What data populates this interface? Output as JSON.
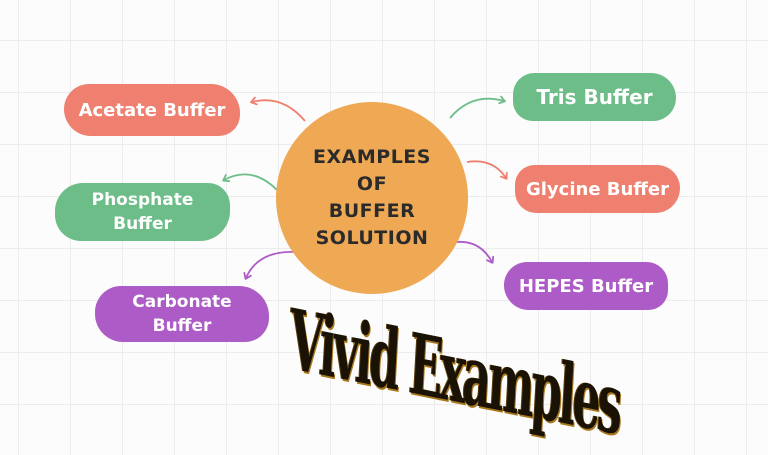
{
  "center": {
    "lines": [
      "EXAMPLES",
      "OF",
      "BUFFER",
      "SOLUTION"
    ]
  },
  "nodes": {
    "acetate": {
      "lines": [
        "Acetate Buffer"
      ]
    },
    "phosphate": {
      "lines": [
        "Phosphate",
        "Buffer"
      ]
    },
    "carbonate": {
      "lines": [
        "Carbonate",
        "Buffer"
      ]
    },
    "tris": {
      "lines": [
        "Tris Buffer"
      ]
    },
    "glycine": {
      "lines": [
        "Glycine Buffer"
      ]
    },
    "hepes": {
      "lines": [
        "HEPES Buffer"
      ]
    }
  },
  "watermark": "Vivid Examples",
  "colors": {
    "center": "#efa955",
    "coral": "#ef8070",
    "green": "#6cbd88",
    "purple": "#ad5bc7",
    "grid": "#ececec"
  }
}
